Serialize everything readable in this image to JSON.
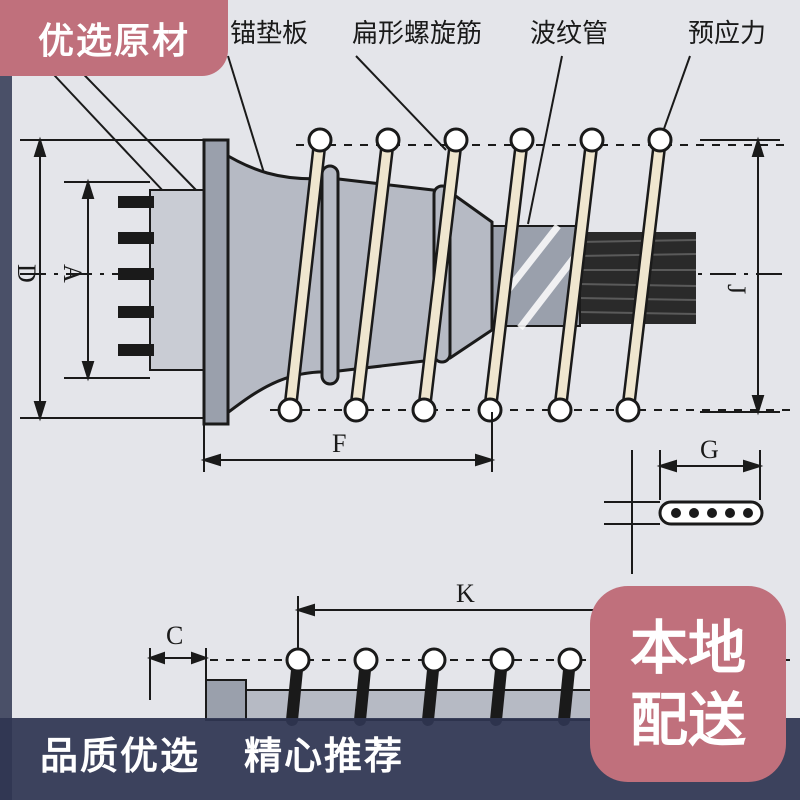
{
  "overlay": {
    "top_tag": "优选原材",
    "slogan_left": "品质优选",
    "slogan_right": "精心推荐",
    "badge_line1": "本地",
    "badge_line2": "配送"
  },
  "diagram": {
    "labels": {
      "anchor_plate": "锚垫板",
      "spiral_rebar": "扁形螺旋筋",
      "corrugated_pipe": "波纹管",
      "prestress": "预应力"
    },
    "dimensions": {
      "D": "D",
      "A": "A",
      "F": "F",
      "J": "J",
      "G": "G",
      "K": "K",
      "C": "C"
    }
  },
  "colors": {
    "background": "#e4e5ea",
    "frame": "#4a5068",
    "accent_pink": "#c0707c",
    "bottom_band": "#2f3652",
    "steel": "#b6bac4"
  }
}
